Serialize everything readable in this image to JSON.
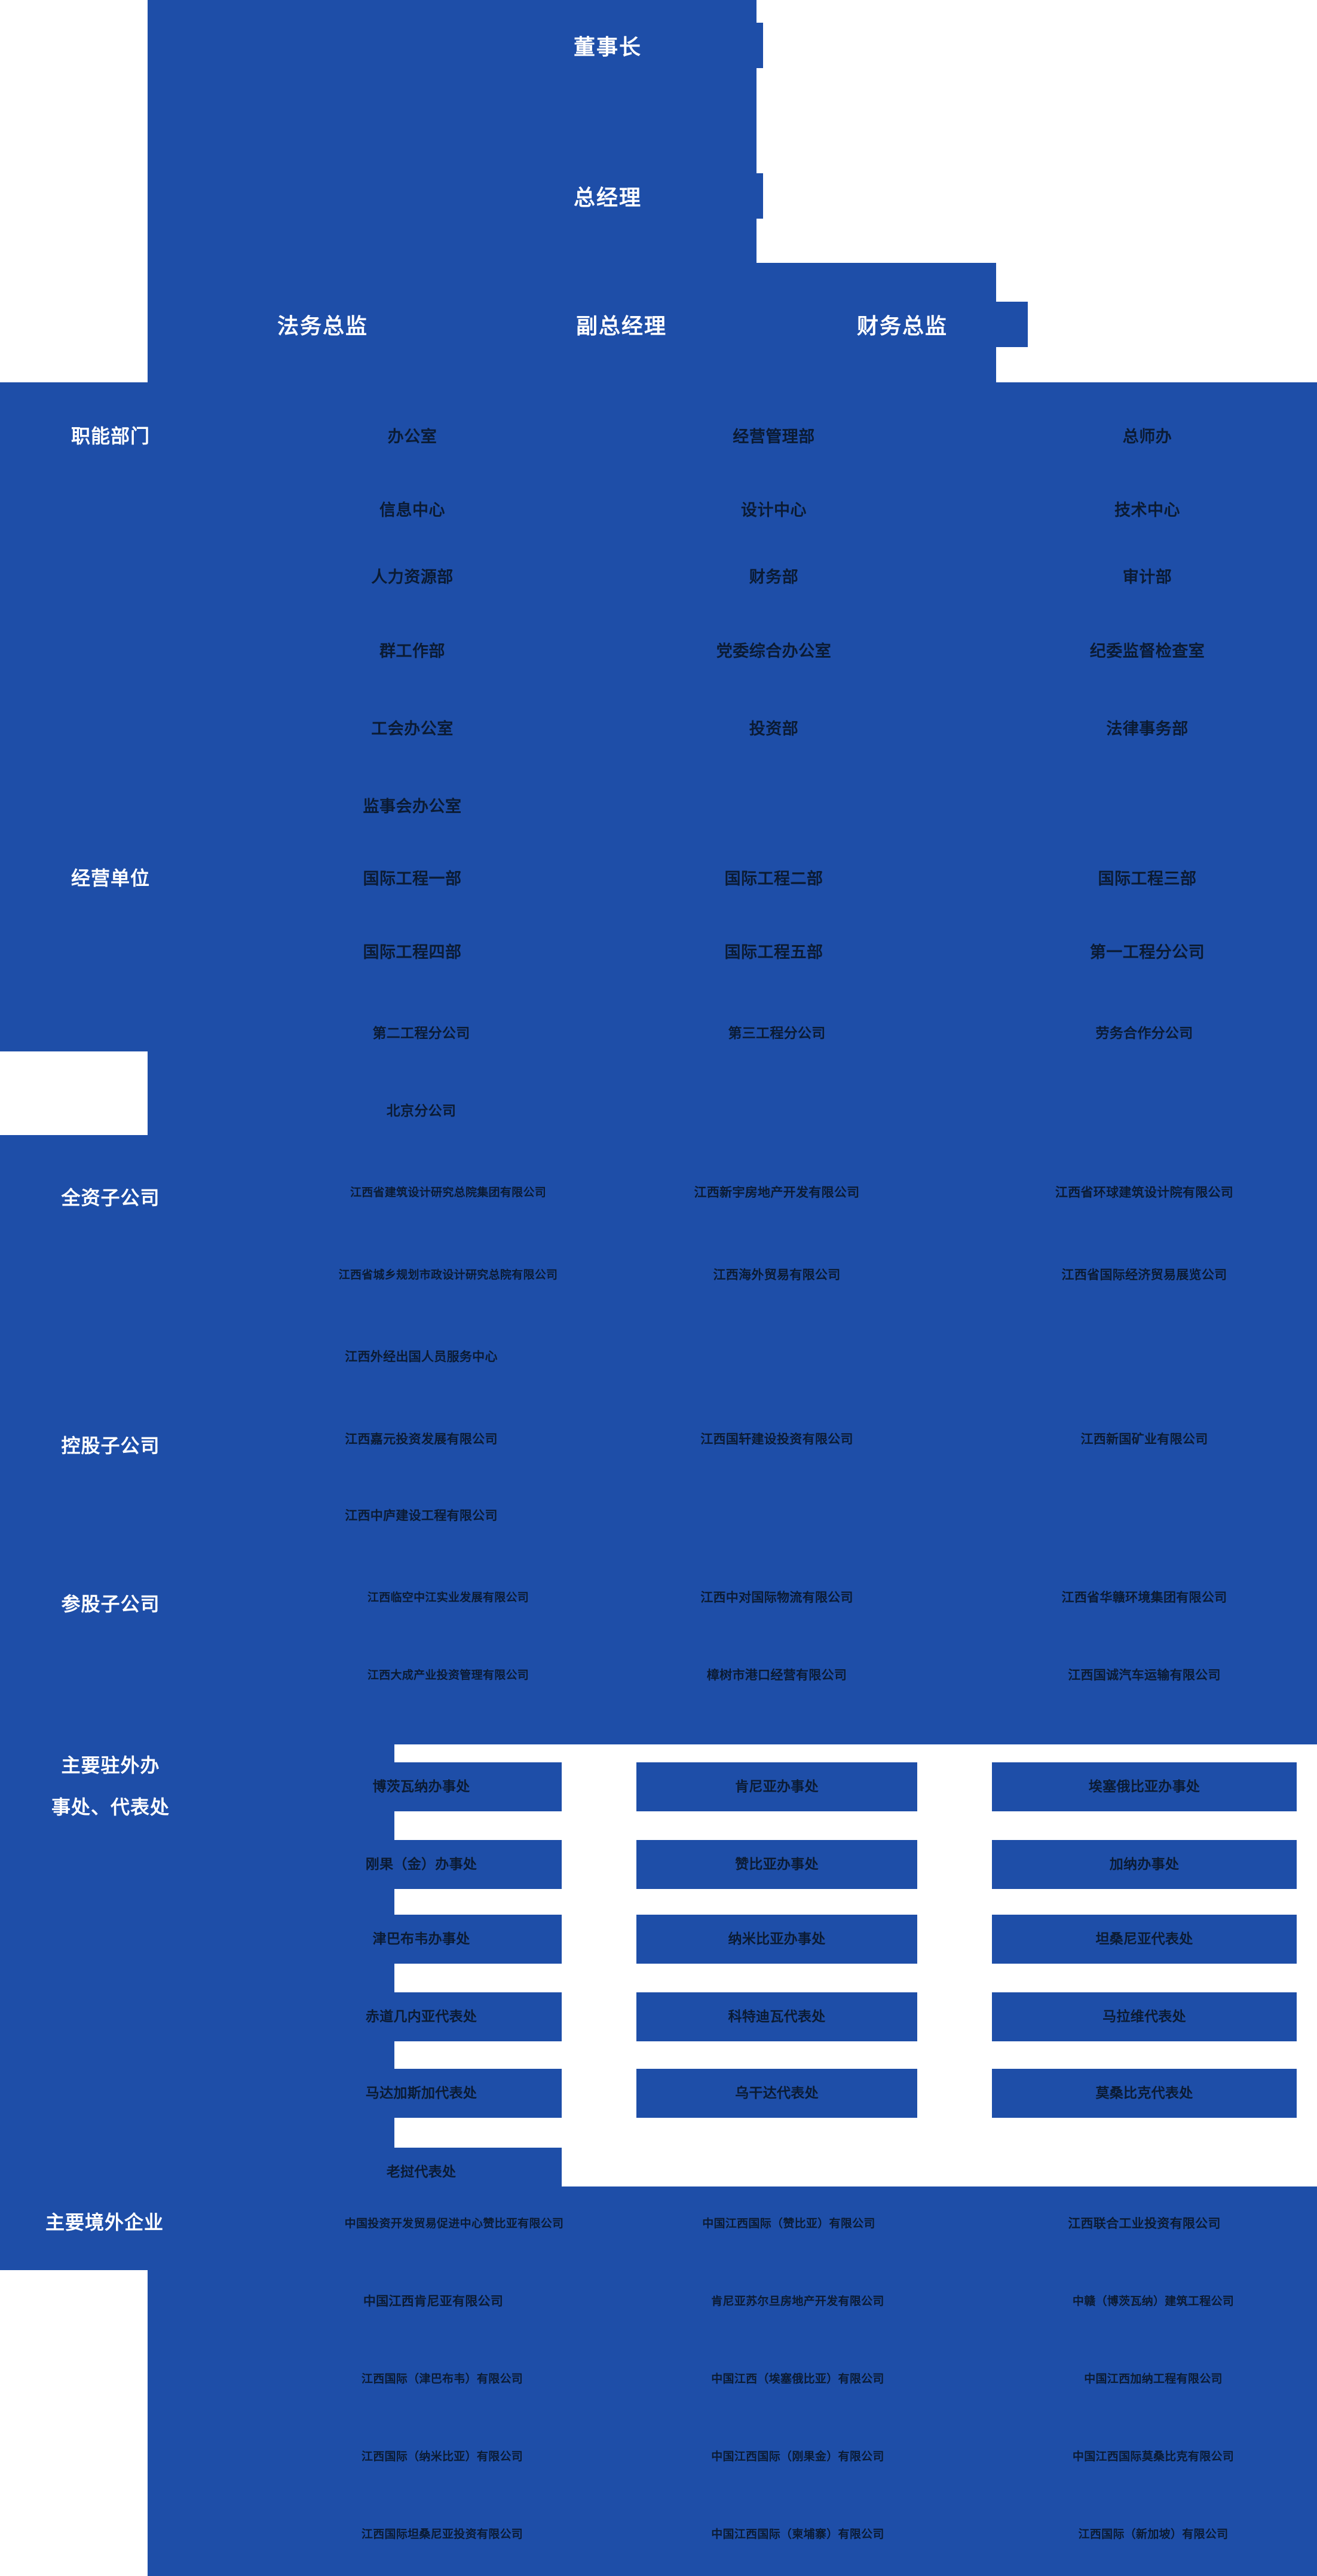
{
  "meta": {
    "title": "组织架构图",
    "accent_color": "#1e4ea8",
    "text_dark": "#0b1b33",
    "text_light": "#ffffff",
    "background": "#ffffff"
  },
  "executive": {
    "chairman": "董事长",
    "general_manager": "总经理",
    "legal_director": "法务总监",
    "deputy_general_manager": "副总经理",
    "finance_director": "财务总监"
  },
  "row_labels": {
    "functional_departments": "职能部门",
    "business_units": "经营单位",
    "wholly_owned": "全资子公司",
    "holding": "控股子公司",
    "equity_participation": "参股子公司",
    "overseas_offices": "主要驻外办\n事处、代表处",
    "overseas_offices_line1": "主要驻外办",
    "overseas_offices_line2": "事处、代表处",
    "overseas_enterprises": "主要境外企业"
  },
  "functional_departments": {
    "col1": [
      "办公室",
      "信息中心",
      "人力资源部",
      "群工作部",
      "工会办公室",
      "监事会办公室"
    ],
    "col2": [
      "经营管理部",
      "设计中心",
      "财务部",
      "党委综合办公室",
      "投资部"
    ],
    "col3": [
      "总师办",
      "技术中心",
      "审计部",
      "纪委监督检查室",
      "法律事务部"
    ]
  },
  "business_units": {
    "plain": [
      [
        "国际工程一部",
        "国际工程二部",
        "国际工程三部"
      ],
      [
        "国际工程四部",
        "国际工程五部",
        "第一工程分公司"
      ]
    ],
    "cards": [
      [
        "第二工程分公司",
        "第三工程分公司",
        "劳务合作分公司"
      ],
      [
        "北京分公司"
      ]
    ]
  },
  "wholly_owned": [
    [
      "江西省建筑设计研究总院集团有限公司",
      "江西新宇房地产开发有限公司",
      "江西省环球建筑设计院有限公司"
    ],
    [
      "江西省城乡规划市政设计研究总院有限公司",
      "江西海外贸易有限公司",
      "江西省国际经济贸易展览公司"
    ],
    [
      "江西外经出国人员服务中心"
    ]
  ],
  "holding": [
    [
      "江西嘉元投资发展有限公司",
      "江西国轩建设投资有限公司",
      "江西新国矿业有限公司"
    ],
    [
      "江西中庐建设工程有限公司"
    ]
  ],
  "equity_participation": [
    [
      "江西临空中江实业发展有限公司",
      "江西中对国际物流有限公司",
      "江西省华赣环境集团有限公司"
    ],
    [
      "江西大成产业投资管理有限公司",
      "樟树市港口经营有限公司",
      "江西国诚汽车运输有限公司"
    ]
  ],
  "overseas_offices": [
    [
      "博茨瓦纳办事处",
      "肯尼亚办事处",
      "埃塞俄比亚办事处"
    ],
    [
      "刚果（金）办事处",
      "赞比亚办事处",
      "加纳办事处"
    ],
    [
      "津巴布韦办事处",
      "纳米比亚办事处",
      "坦桑尼亚代表处"
    ],
    [
      "赤道几内亚代表处",
      "科特迪瓦代表处",
      "马拉维代表处"
    ],
    [
      "马达加斯加代表处",
      "乌干达代表处",
      "莫桑比克代表处"
    ],
    [
      "老挝代表处"
    ]
  ],
  "overseas_enterprises": [
    [
      "中国投资开发贸易促进中心赞比亚有限公司",
      "中国江西国际（赞比亚）有限公司",
      "江西联合工业投资有限公司"
    ],
    [
      "中国江西肯尼亚有限公司",
      "肯尼亚苏尔旦房地产开发有限公司",
      "中赣（博茨瓦纳）建筑工程公司"
    ],
    [
      "江西国际（津巴布韦）有限公司",
      "中国江西（埃塞俄比亚）有限公司",
      "中国江西加纳工程有限公司"
    ],
    [
      "江西国际（纳米比亚）有限公司",
      "中国江西国际（刚果金）有限公司",
      "中国江西国际莫桑比克有限公司"
    ],
    [
      "江西国际坦桑尼亚投资有限公司",
      "中国江西国际（柬埔寨）有限公司",
      "江西国际（新加坡）有限公司"
    ]
  ]
}
